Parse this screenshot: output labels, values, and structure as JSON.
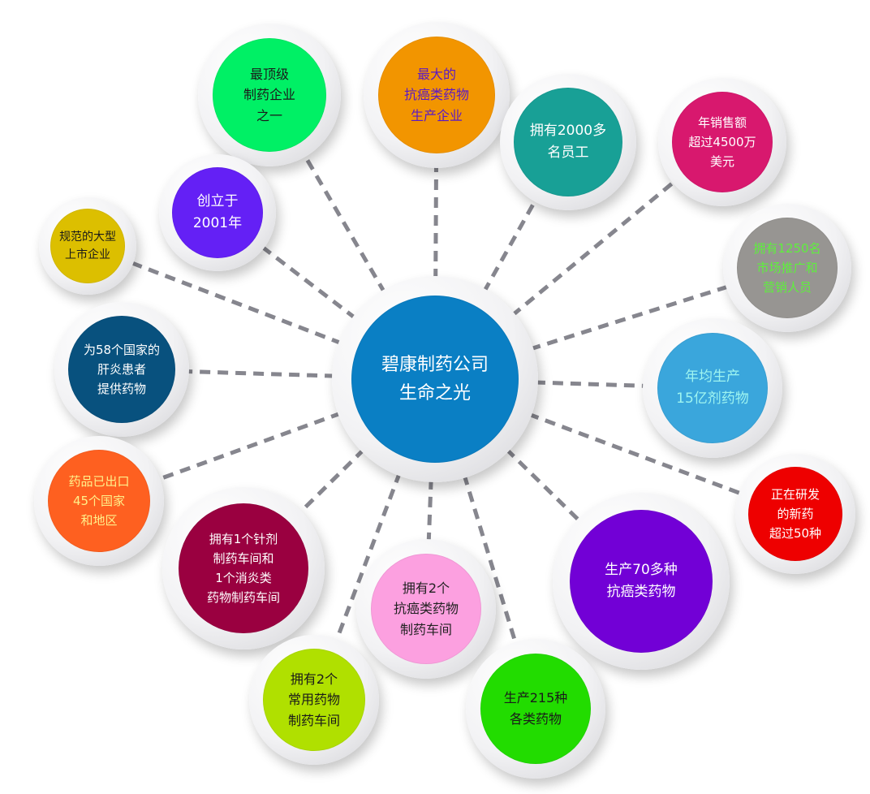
{
  "center": {
    "lines": [
      "碧康制药公司",
      "生命之光"
    ],
    "bg": "#0a7fc4",
    "color": "#ffffff"
  },
  "nodes": [
    {
      "lines": [
        "最顶级",
        "制药企业",
        "之一"
      ],
      "bg": "#00f065",
      "color": "#1a1a1a"
    },
    {
      "lines": [
        "最大的",
        "抗癌类药物",
        "生产企业"
      ],
      "bg": "#f29500",
      "color": "#5a18c8"
    },
    {
      "lines": [
        "拥有2000多",
        "名员工"
      ],
      "bg": "#18a096",
      "color": "#ffffff"
    },
    {
      "lines": [
        "年销售额",
        "超过4500万",
        "美元"
      ],
      "bg": "#d8186e",
      "color": "#ffffff"
    },
    {
      "lines": [
        "创立于",
        "2001年"
      ],
      "bg": "#6420f5",
      "color": "#ffffff"
    },
    {
      "lines": [
        "规范的大型",
        "上市企业"
      ],
      "bg": "#dcbf00",
      "color": "#1a1a1a"
    },
    {
      "lines": [
        "拥有1250名",
        "市场推广和",
        "营销人员"
      ],
      "bg": "#979592",
      "color": "#5ef03c"
    },
    {
      "lines": [
        "为58个国家的",
        "肝炎患者",
        "提供药物"
      ],
      "bg": "#08517e",
      "color": "#ffffff"
    },
    {
      "lines": [
        "年均生产",
        "15亿剂药物"
      ],
      "bg": "#3aa6dc",
      "color": "#9ef4f0"
    },
    {
      "lines": [
        "药品已出口",
        "45个国家",
        "和地区"
      ],
      "bg": "#fe6020",
      "color": "#fff08a"
    },
    {
      "lines": [
        "正在研发",
        "的新药",
        "超过50种"
      ],
      "bg": "#ee0000",
      "color": "#ffffff"
    },
    {
      "lines": [
        "拥有1个针剂",
        "制药车间和",
        "1个消炎类",
        "药物制药车间"
      ],
      "bg": "#9a0040",
      "color": "#ffffff"
    },
    {
      "lines": [
        "拥有2个",
        "抗癌类药物",
        "制药车间"
      ],
      "bg": "#fca0e0",
      "color": "#222222"
    },
    {
      "lines": [
        "生产70多种",
        "抗癌类药物"
      ],
      "bg": "#7200d6",
      "color": "#ffffff"
    },
    {
      "lines": [
        "拥有2个",
        "常用药物",
        "制药车间"
      ],
      "bg": "#b0e000",
      "color": "#1a1a1a"
    },
    {
      "lines": [
        "生产215种",
        "各类药物"
      ],
      "bg": "#22dc00",
      "color": "#1a1a1a"
    }
  ],
  "link_color": "#86868e"
}
